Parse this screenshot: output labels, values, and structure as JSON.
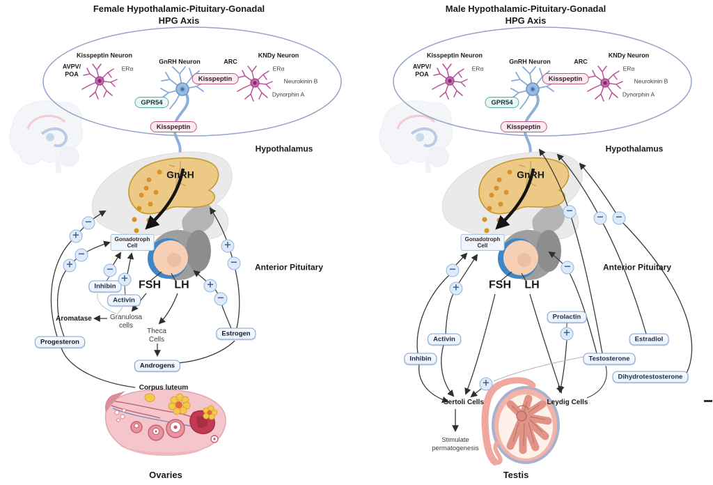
{
  "signs": {
    "plus": "+",
    "minus": "−"
  },
  "colors": {
    "accent_blue": "#7fa3cf",
    "pill_pink_border": "#c2557f",
    "pill_teal_border": "#5ea8ab",
    "hypothalamus_tan": "#ecca85",
    "pituitary_blue": "#3f86c6",
    "granule_orange": "#d8912c"
  },
  "panels": [
    {
      "title_line1": "Female Hypothalamic-Pituitary-Gonadal",
      "title_line2": "HPG Axis",
      "ellipse": {
        "kisspeptin_neuron": "Kisspeptin Neuron",
        "avpv": "AVPV/",
        "poa": "POA",
        "er_alpha_left": "ERα",
        "gnrh_neuron": "GnRH Neuron",
        "kisspeptin_tag": "Kisspeptin",
        "gpr54": "GPR54",
        "arc": "ARC",
        "kndy_neuron": "KNDy Neuron",
        "er_alpha_right": "ERα",
        "neurokinin_b": "Neurokinin B",
        "dynorphin_a": "Dynorphin A",
        "kisspeptin_out": "Kisspeptin"
      },
      "hypothalamus": "Hypothalamus",
      "gnrh": "GnRH",
      "gonadotroph_line1": "Gonadotroph",
      "gonadotroph_line2": "Cell",
      "fsh": "FSH",
      "lh": "LH",
      "anterior_pituitary": "Anterior Pituitary",
      "inhibin": "Inhibin",
      "activin": "Activin",
      "aromatase": "Aromatase",
      "granulosa_line1": "Granulosa",
      "granulosa_line2": "cells",
      "theca_line1": "Theca",
      "theca_line2": "Cells",
      "androgens": "Androgens",
      "estrogen": "Estrogen",
      "progesteron": "Progesteron",
      "corpus_luteum": "Corpus luteum",
      "organ": "Ovaries"
    },
    {
      "title_line1": "Male Hypothalamic-Pituitary-Gonadal",
      "title_line2": "HPG Axis",
      "ellipse": {
        "kisspeptin_neuron": "Kisspeptin Neuron",
        "avpv": "AVPV/",
        "poa": "POA",
        "er_alpha_left": "ERα",
        "gnrh_neuron": "GnRH Neuron",
        "kisspeptin_tag": "Kisspeptin",
        "gpr54": "GPR54",
        "arc": "ARC",
        "kndy_neuron": "KNDy Neuron",
        "er_alpha_right": "ERα",
        "neurokinin_b": "Neurokinin B",
        "dynorphin_a": "Dynorphin A",
        "kisspeptin_out": "Kisspeptin"
      },
      "hypothalamus": "Hypothalamus",
      "gnrh": "GnRH",
      "gonadotroph_line1": "Gonadotroph",
      "gonadotroph_line2": "Cell",
      "fsh": "FSH",
      "lh": "LH",
      "anterior_pituitary": "Anterior Pituitary",
      "inhibin": "Inhibin",
      "activin": "Activin",
      "prolactin": "Prolactin",
      "estradiol": "Estradiol",
      "testosterone": "Testosterone",
      "dihydrotestosterone": "Dihydrotestosterone",
      "sertoli": "Sertoli Cells",
      "leydig": "Leydig Cells",
      "stimulate_line1": "Stimulate",
      "stimulate_line2": "permatogenesis",
      "organ": "Testis"
    }
  ]
}
